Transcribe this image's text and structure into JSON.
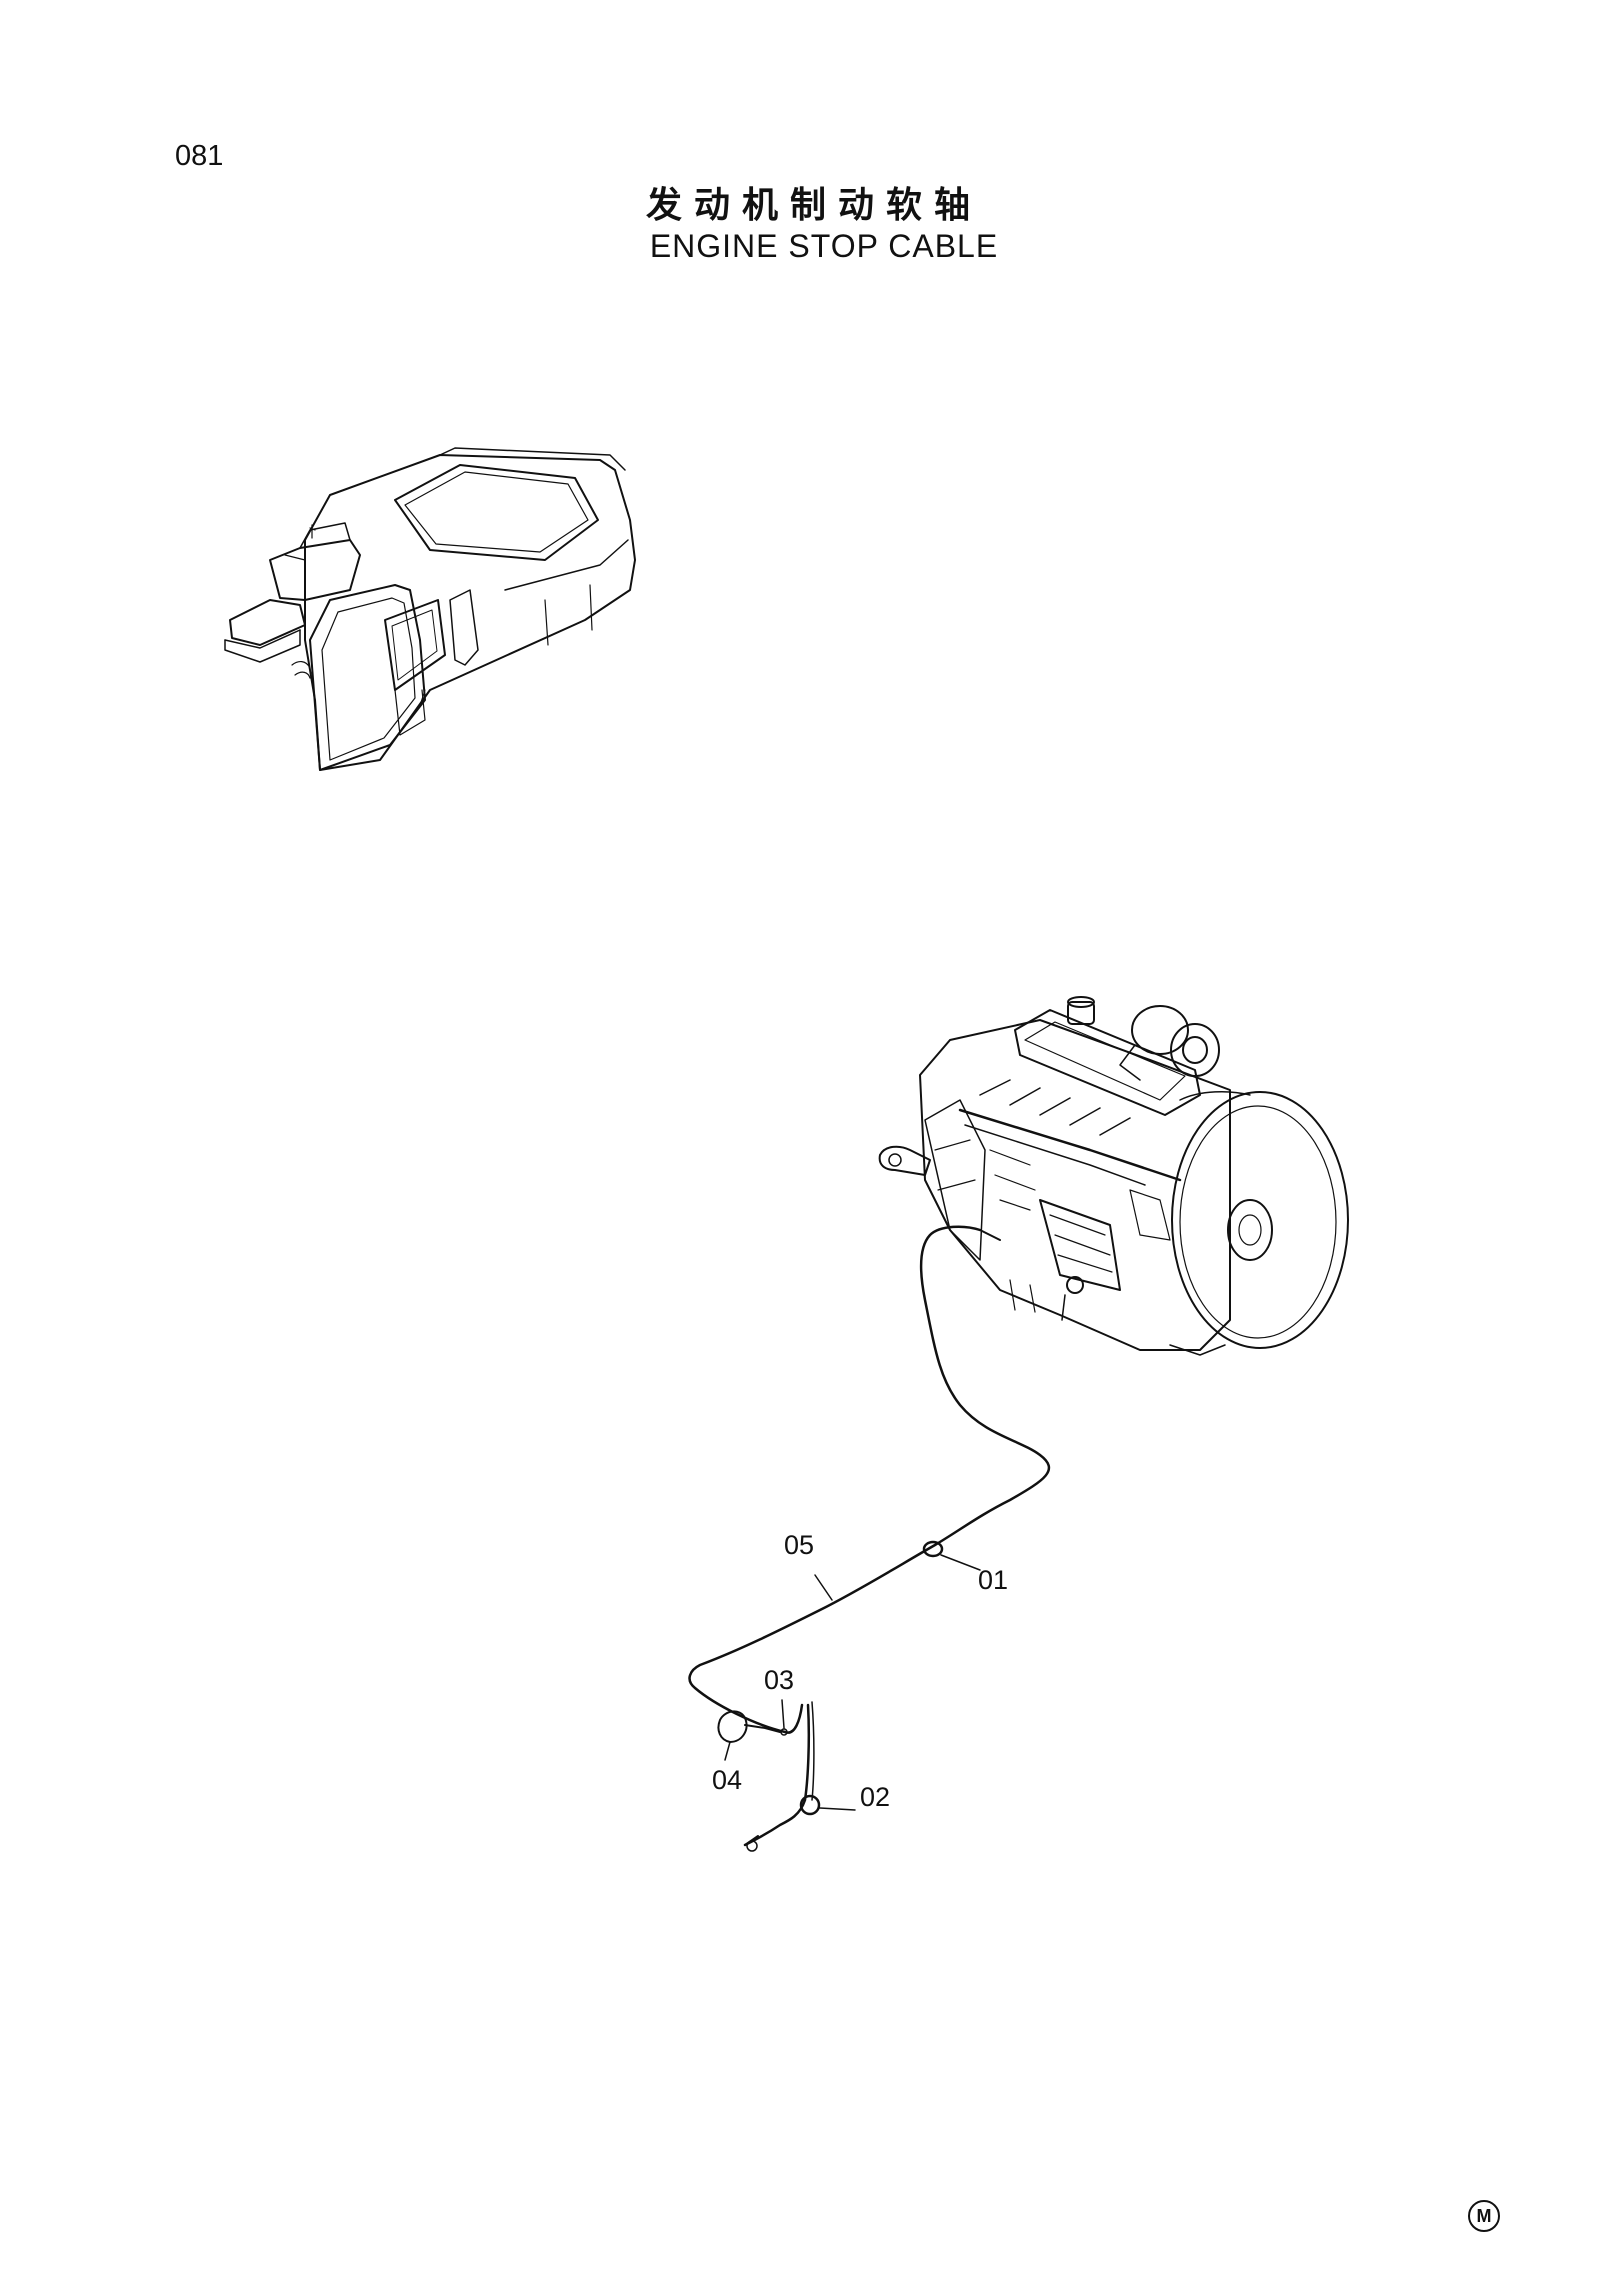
{
  "page": {
    "number": "081",
    "title_cn": "发动机制动软轴",
    "title_en": "ENGINE STOP CABLE"
  },
  "callouts": {
    "c01": "01",
    "c02": "02",
    "c03": "03",
    "c04": "04",
    "c05": "05"
  },
  "footer": {
    "mark": "M"
  }
}
